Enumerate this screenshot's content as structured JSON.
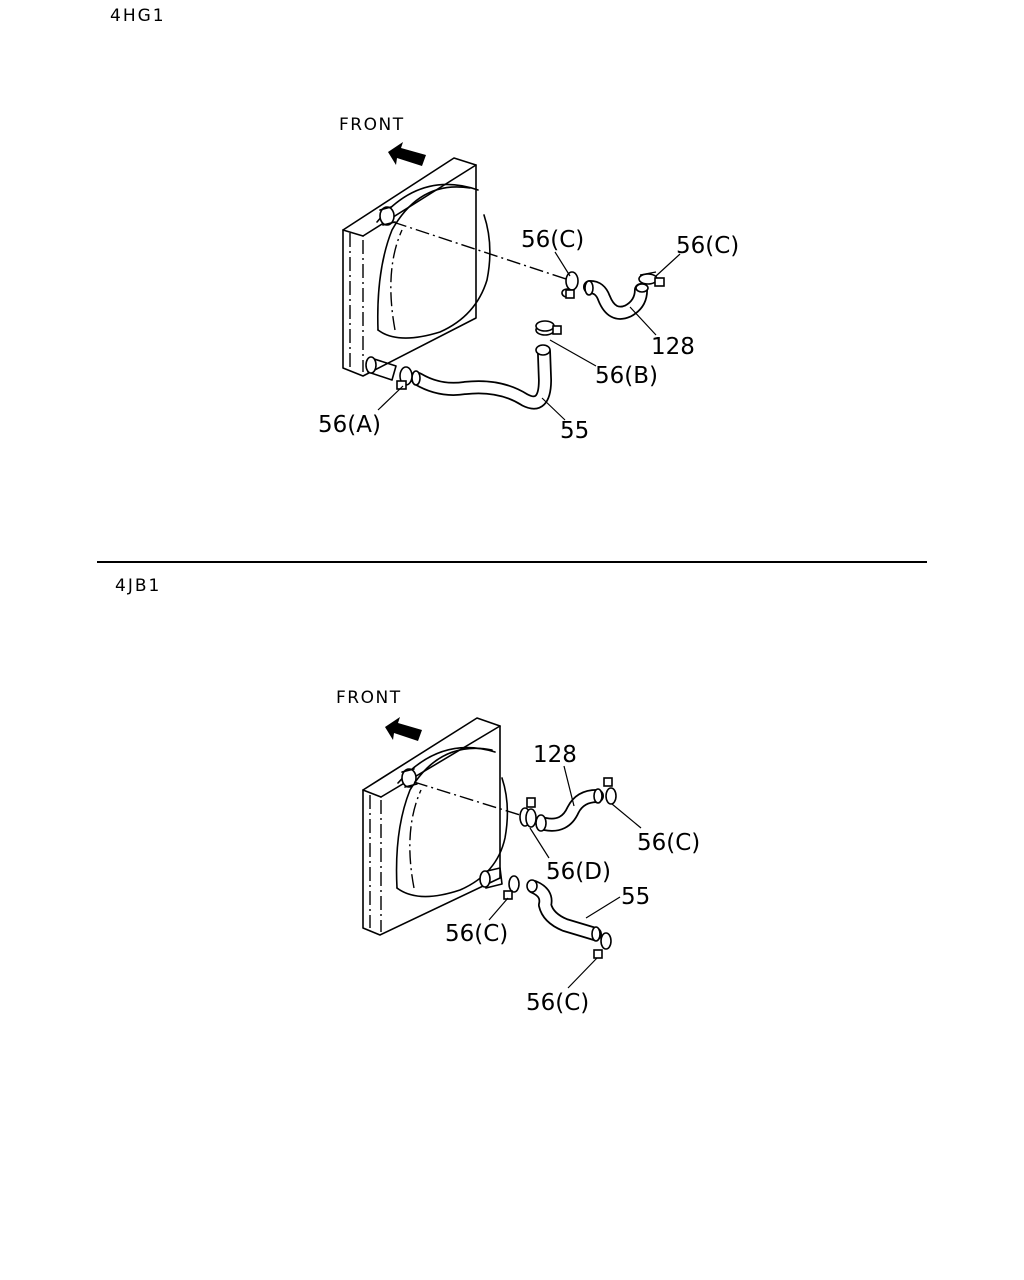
{
  "sections": [
    {
      "engine": "4HG1",
      "front_label": "FRONT",
      "callouts": {
        "clamp_upper_inlet": "56(C)",
        "clamp_upper_outlet": "56(C)",
        "upper_hose": "128",
        "clamp_lower_outlet": "56(B)",
        "clamp_lower_inlet": "56(A)",
        "lower_hose": "55"
      }
    },
    {
      "engine": "4JB1",
      "front_label": "FRONT",
      "callouts": {
        "upper_hose": "128",
        "clamp_upper_outlet": "56(C)",
        "clamp_upper_inlet": "56(D)",
        "lower_hose": "55",
        "clamp_lower_inlet": "56(C)",
        "clamp_lower_outlet": "56(C)"
      }
    }
  ],
  "icons": {
    "front_arrow": "front-arrow-icon",
    "radiator": "radiator-shroud-icon",
    "hose": "hose-icon",
    "clamp": "hose-clamp-icon"
  }
}
